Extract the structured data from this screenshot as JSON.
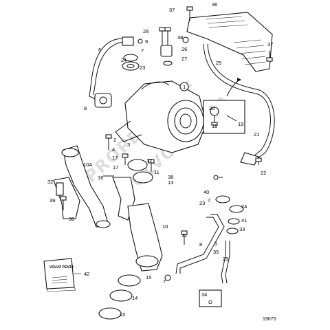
{
  "diagram": {
    "document_number": "19075",
    "watermark_line1": "PROPERTY OF",
    "watermark_line2": "VOLVO PENTA",
    "manual_cover_text": "VOLVO PENTA",
    "kit_box_label": "34",
    "kit_box_symbol": "O",
    "callouts": [
      "37",
      "36",
      "28",
      "38",
      "26",
      "9",
      "6",
      "7",
      "27",
      "23",
      "24",
      "25",
      "37",
      "1",
      "20",
      "18",
      "19",
      "8",
      "2",
      "3",
      "21",
      "4",
      "17",
      "10A",
      "16",
      "17",
      "12",
      "11",
      "13",
      "38",
      "22",
      "40",
      "23",
      "7",
      "24",
      "32",
      "41",
      "39",
      "30",
      "33",
      "31",
      "8",
      "5",
      "35",
      "29",
      "10",
      "42",
      "15",
      "7",
      "14",
      "15",
      "34"
    ]
  }
}
